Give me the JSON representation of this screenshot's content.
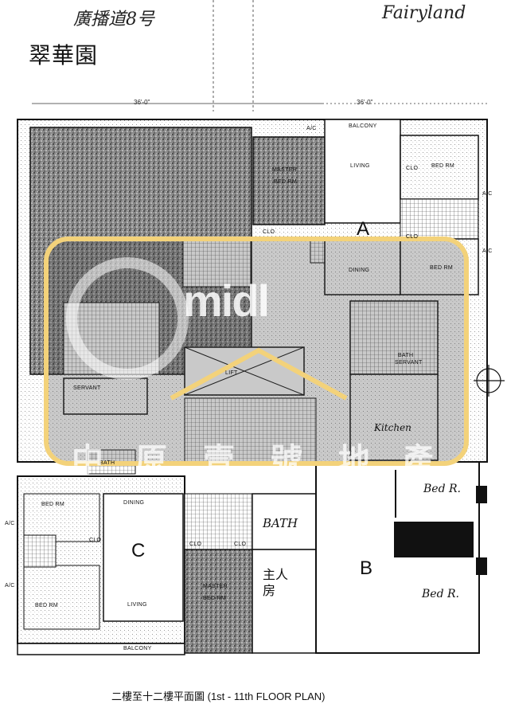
{
  "header": {
    "handwritten_address": "廣播道8号",
    "handwritten_name": "Fairyland",
    "estate_name": "翠華園"
  },
  "dimensions": {
    "left_width": "36'-0\"",
    "right_width": "36'-0\""
  },
  "rooms": {
    "a_balcony": "BALCONY",
    "a_living": "LIVING",
    "a_master": "MASTER",
    "a_master2": "BED RM",
    "a_bed_top": "BED RM",
    "a_bed_mid": "BED RM",
    "a_dining": "DINING",
    "a_ac1": "A/C",
    "a_ac2": "A/C",
    "a_ac3": "A/C",
    "a_clo1": "CLO",
    "a_clo2": "CLO",
    "a_clo3": "CLO",
    "a_servant": "SERVANT",
    "a_bath": "BATH",
    "lift": "LIFT",
    "left_servant": "SERVANT",
    "left_bath": "BATH",
    "c_bed_top": "BED RM",
    "c_dining": "DINING",
    "c_bed_bot": "BED RM",
    "c_living": "LIVING",
    "c_master": "MASTER",
    "c_master2": "BED RM",
    "c_balcony": "BALCONY",
    "c_clo1": "CLO",
    "c_clo2": "CLO",
    "c_clo3": "CLO",
    "c_ac1": "A/C",
    "c_ac2": "A/C"
  },
  "units": {
    "a": "A",
    "b": "B",
    "c": "C"
  },
  "handwritten_labels": {
    "bath": "BATH",
    "master_cn": "主人房",
    "bed_top": "Bed R.",
    "bed_bottom": "Bed R.",
    "kitchen": "Kitchen"
  },
  "watermark": {
    "logo": "midl",
    "text": [
      "中",
      "原",
      "壹",
      "號",
      "地",
      "產"
    ]
  },
  "caption": "二樓至十二樓平面圖   (1st - 11th FLOOR PLAN)",
  "colors": {
    "ink": "#111111",
    "watermark_frame": "#f3d27a",
    "watermark_fill": "rgba(60,60,60,0.35)"
  }
}
